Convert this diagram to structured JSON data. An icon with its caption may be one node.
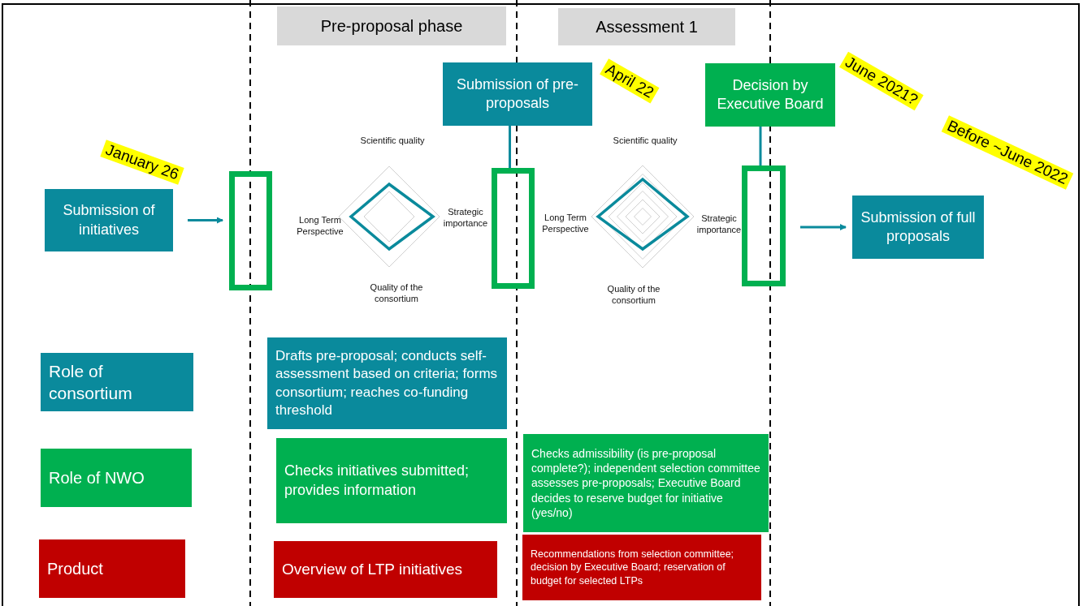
{
  "diagram": {
    "nodes": [
      {
        "text": [
          "Pre-proposal phase"
        ]
      },
      {
        "text": [
          "Assessment 1"
        ]
      },
      {
        "text": [
          "Submission of initiatives"
        ],
        "beside": [
          "January 26"
        ]
      },
      {
        "text": [],
        "shape": "box"
      },
      {
        "text": [
          "Submission of pre-proposals"
        ],
        "beside": [
          "April 22"
        ]
      },
      {
        "text": [],
        "shape": "box"
      },
      {
        "text": [
          "Decision by Executive Board"
        ],
        "beside": [
          "June 2021?"
        ]
      },
      {
        "text": [],
        "shape": "box"
      },
      {
        "text": [
          "Submission of full proposals"
        ],
        "beside": [
          "Before ~June 2022"
        ]
      },
      {
        "text": [
          "Role of consortium"
        ]
      },
      {
        "text": [
          "Drafts pre-proposal; conducts self-assessment based on criteria; forms consortium; reaches co-funding threshold"
        ]
      },
      {
        "text": [
          "Role of NWO"
        ]
      },
      {
        "text": [
          "Checks initiatives submitted; provides information"
        ]
      },
      {
        "text": [
          "Checks admissibility (is pre-proposal complete?); independent selection committee assesses pre-proposals; Executive Board decides to reserve budget for initiative (yes/no)"
        ]
      },
      {
        "text": [
          "Product"
        ]
      },
      {
        "text": [
          "Overview of LTP initiatives"
        ]
      },
      {
        "text": [
          "Recommendations from selection committee; decision by Executive Board; reservation of budget for selected LTPs"
        ]
      }
    ],
    "edges": [
      {
        "from": 2,
        "to": 3,
        "arrow": "to"
      },
      {
        "from": 4,
        "to": 5,
        "arrow": "none"
      },
      {
        "from": 6,
        "to": 7,
        "arrow": "none"
      },
      {
        "from": 7,
        "to": 8,
        "arrow": "to"
      }
    ],
    "labels": [
      "Scientific quality",
      "Long Term Perspective",
      "Strategic importance",
      "Quality of the consortium",
      "Scientific quality",
      "Long Term Perspective",
      "Strategic importance",
      "Quality of the consortium"
    ]
  }
}
